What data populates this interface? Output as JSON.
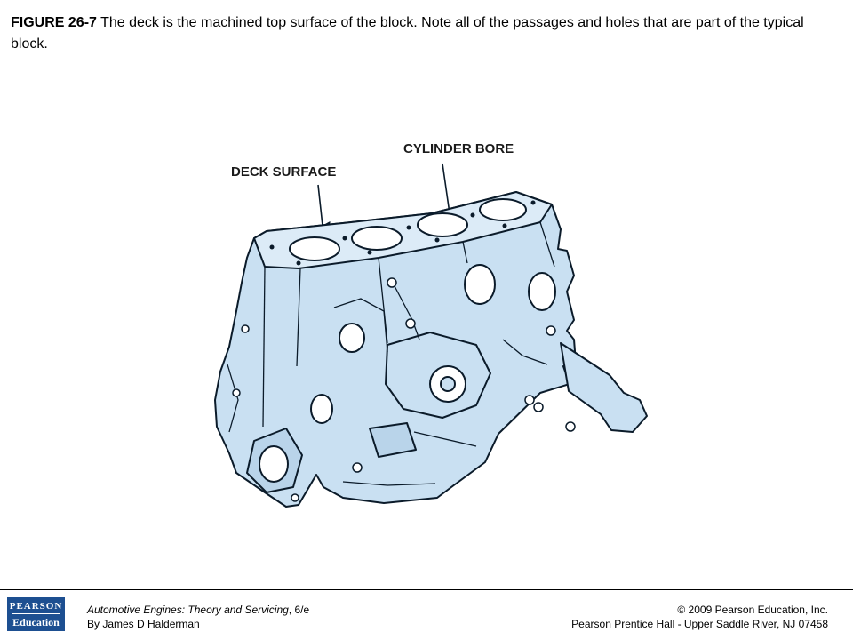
{
  "caption": {
    "figure_label": "FIGURE 26-7",
    "text": " The deck is the machined top surface of the block. Note all of the passages and holes that are part of the typical block."
  },
  "figure": {
    "callouts": {
      "deck_surface": "DECK SURFACE",
      "cylinder_bore": "CYLINDER BORE"
    },
    "colors": {
      "block_fill": "#c9e0f2",
      "outline": "#0b1b2a"
    }
  },
  "footer": {
    "logo": {
      "line1": "PEARSON",
      "line2": "Education",
      "color": "#1d4f91"
    },
    "book_title": "Automotive Engines: Theory and Servicing",
    "edition": ", 6/e",
    "author": "By James D Halderman",
    "copyright": "© 2009 Pearson Education, Inc.",
    "publisher": "Pearson Prentice Hall - Upper Saddle River, NJ 07458"
  }
}
